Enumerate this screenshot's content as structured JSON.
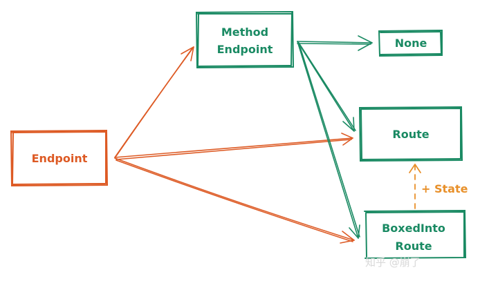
{
  "colors": {
    "green": "#1a8a63",
    "orange": "#dd5a24",
    "state": "#e8902a",
    "watermark": "#d8d8d8"
  },
  "nodes": {
    "endpoint": "Endpoint",
    "method_endpoint_line1": "Method",
    "method_endpoint_line2": "Endpoint",
    "none": "None",
    "route": "Route",
    "boxed_line1": "BoxedInto",
    "boxed_line2": "Route"
  },
  "edges": {
    "state_label": "+ State"
  },
  "watermark": "知乎 @崩了"
}
